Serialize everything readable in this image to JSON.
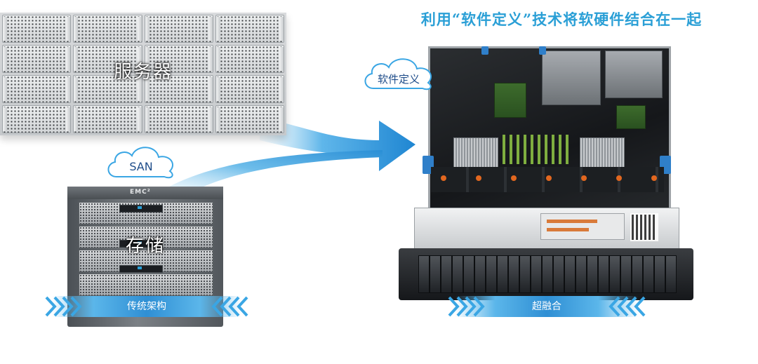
{
  "title": "利用“软件定义”技术将软硬件结合在一起",
  "servers": {
    "label": "服务器"
  },
  "san_cloud": {
    "label": "SAN"
  },
  "storage": {
    "label": "存储",
    "logo": "EMC²"
  },
  "traditional_band": {
    "label": "传统架构"
  },
  "sds_cloud": {
    "label": "软件定义"
  },
  "hci_band": {
    "label": "超融合"
  },
  "colors": {
    "accent_blue": "#2a9fd6",
    "cloud_text": "#1f4d8a",
    "band_blue": "#2f8fd4",
    "chevron_blue": "#3aa6e4"
  }
}
